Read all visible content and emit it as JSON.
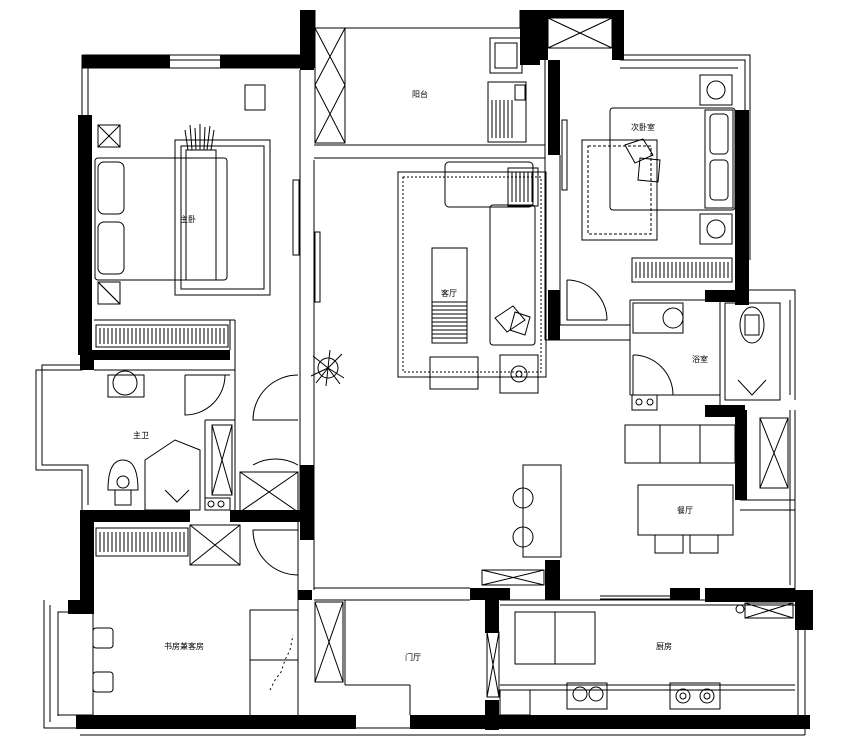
{
  "rooms": [
    {
      "id": "balcony",
      "label": "阳台"
    },
    {
      "id": "second-bedroom",
      "label": "次卧室"
    },
    {
      "id": "master-bedroom",
      "label": "主卧"
    },
    {
      "id": "living-room",
      "label": "客厅"
    },
    {
      "id": "bathroom",
      "label": "浴室"
    },
    {
      "id": "master-bath",
      "label": "主卫"
    },
    {
      "id": "dining-room",
      "label": "餐厅"
    },
    {
      "id": "study-guestroom",
      "label": "书房兼客房"
    },
    {
      "id": "entrance-hall",
      "label": "门厅"
    },
    {
      "id": "kitchen",
      "label": "厨房"
    }
  ]
}
